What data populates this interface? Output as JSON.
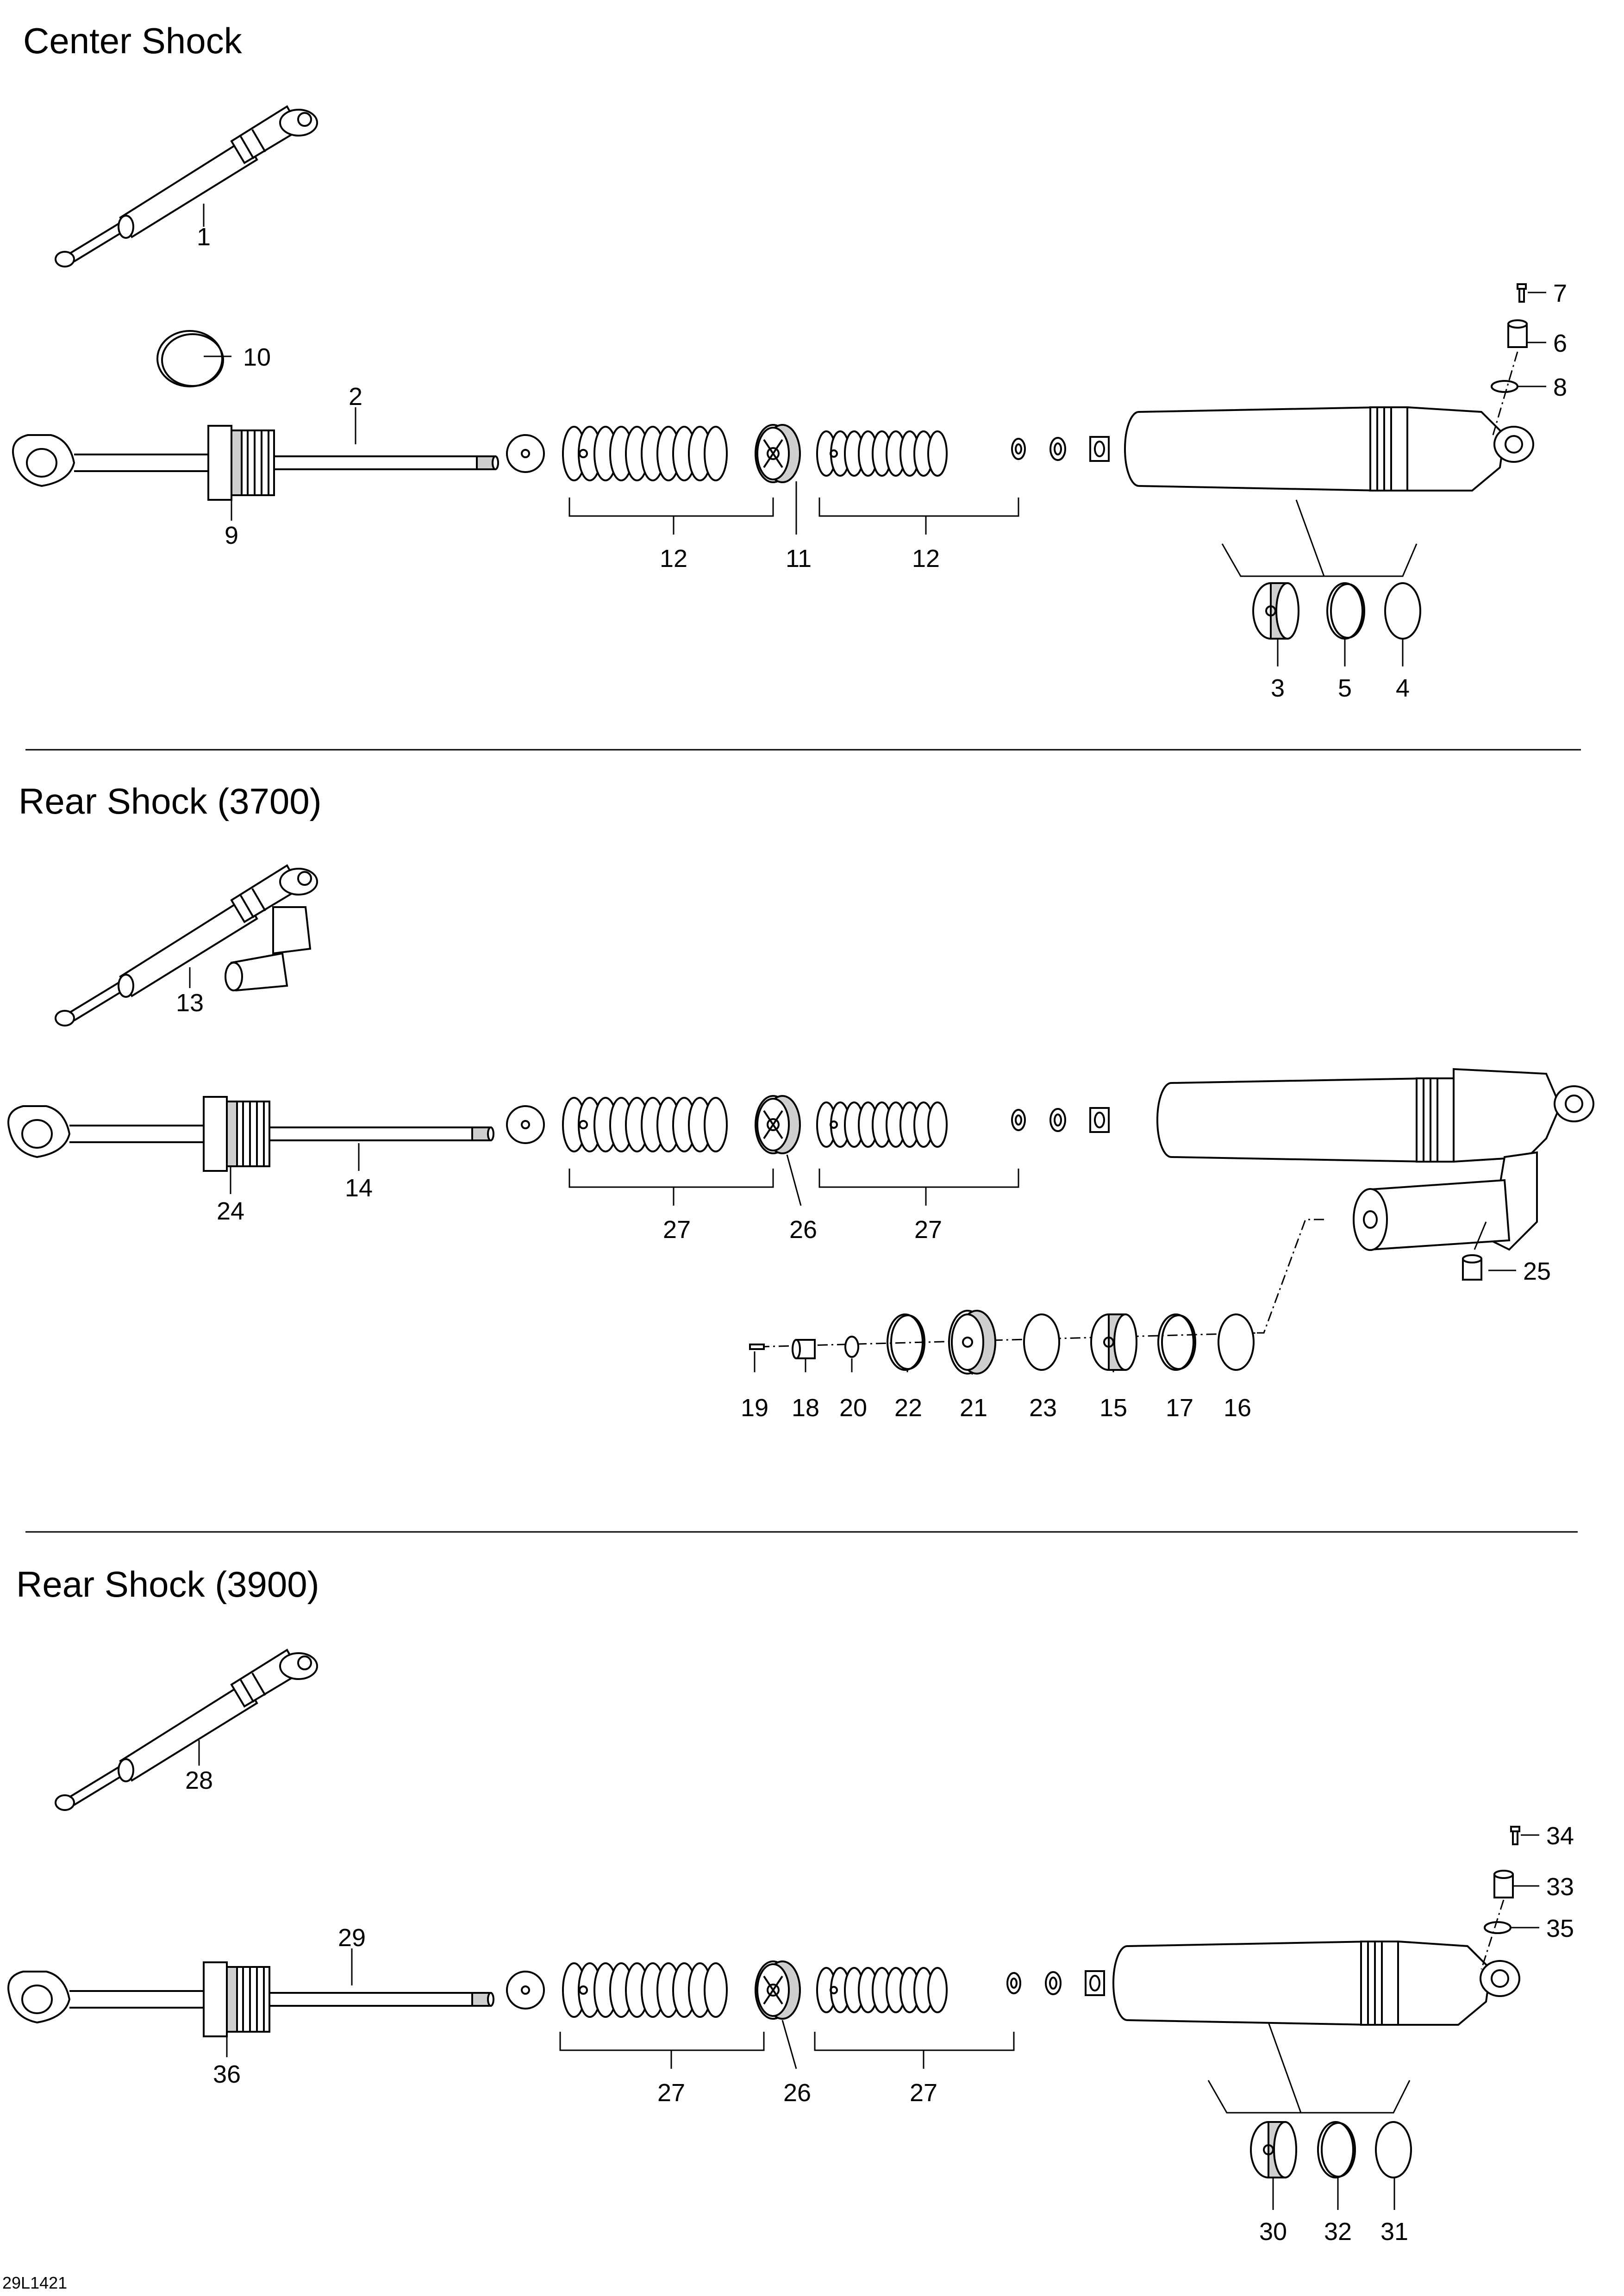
{
  "sections": [
    {
      "title": "Center Shock"
    },
    {
      "title": "Rear Shock (3700)"
    },
    {
      "title": "Rear Shock (3900)"
    }
  ],
  "callouts": {
    "s1": [
      "1",
      "10",
      "2",
      "9",
      "12",
      "11",
      "12",
      "7",
      "6",
      "8",
      "3",
      "5",
      "4"
    ],
    "s2": [
      "13",
      "24",
      "14",
      "27",
      "26",
      "27",
      "25",
      "19",
      "18",
      "20",
      "22",
      "21",
      "23",
      "15",
      "17",
      "16"
    ],
    "s3": [
      "28",
      "29",
      "36",
      "27",
      "26",
      "27",
      "34",
      "33",
      "35",
      "30",
      "32",
      "31"
    ]
  },
  "drawing_ref": "29L1421"
}
